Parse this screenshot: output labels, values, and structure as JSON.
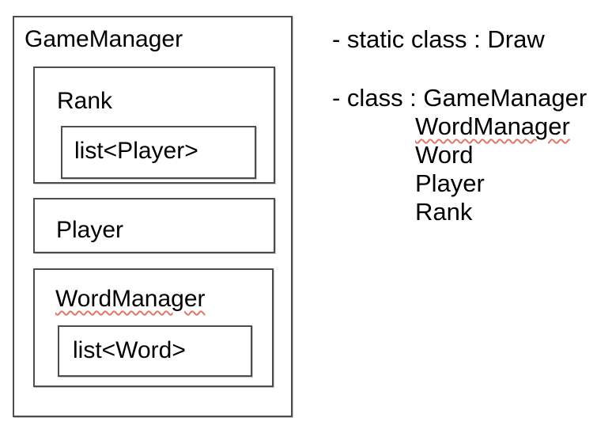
{
  "colors": {
    "background": "#ffffff",
    "box_border": "#4d4d4d",
    "text": "#000000",
    "spellcheck_wave": "#e2756b"
  },
  "diagram": {
    "container": {
      "title": "GameManager"
    },
    "rank_box": {
      "title": "Rank",
      "field": "list<Player>"
    },
    "player_box": {
      "title": "Player"
    },
    "word_manager_box": {
      "title": "WordManager",
      "field": "list<Word>"
    }
  },
  "notes": {
    "static_class": "- static class : Draw",
    "class_prefix": "- class : ",
    "class_list": [
      "GameManager",
      "WordManager",
      "Word",
      "Player",
      "Rank"
    ]
  }
}
